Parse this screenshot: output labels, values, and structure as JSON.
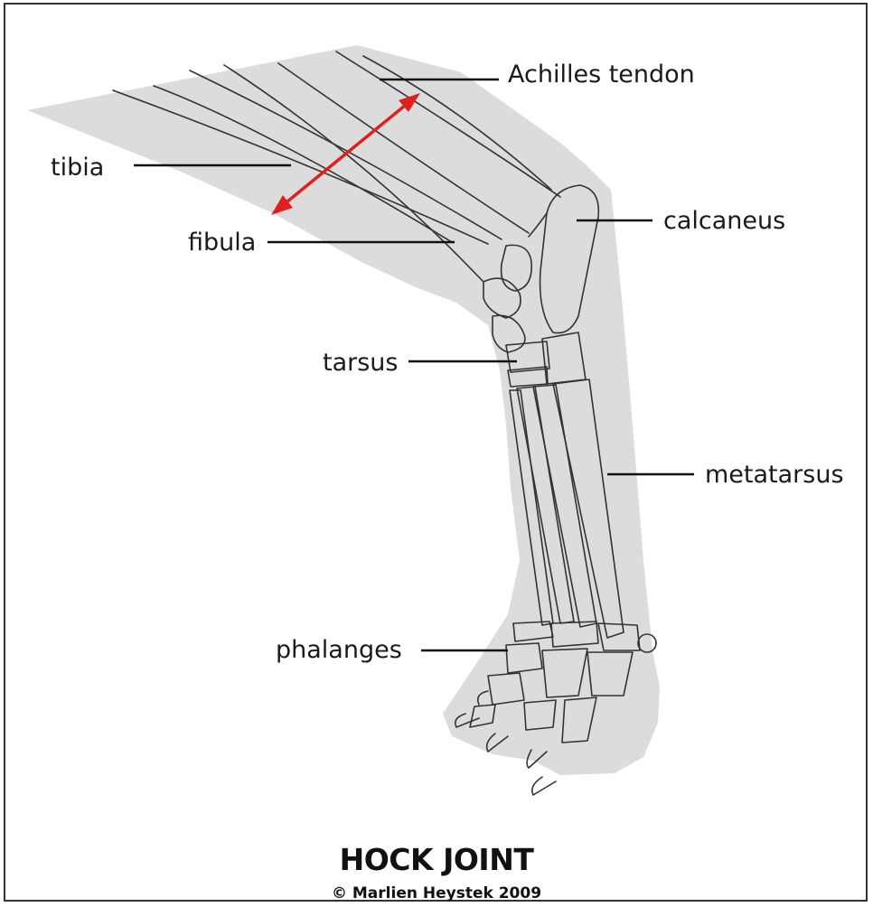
{
  "diagram": {
    "labels": {
      "achilles": "Achilles tendon",
      "tibia": "tibia",
      "fibula": "fibula",
      "calcaneus": "calcaneus",
      "tarsus": "tarsus",
      "metatarsus": "metatarsus",
      "phalanges": "phalanges"
    },
    "title": "HOCK JOINT",
    "copyright": "© Marlien Heystek 2009",
    "colors": {
      "silhouette": "#dcdcdc",
      "bone_outline": "#333333",
      "arrow": "#e01f1f",
      "leader": "#111111"
    }
  }
}
